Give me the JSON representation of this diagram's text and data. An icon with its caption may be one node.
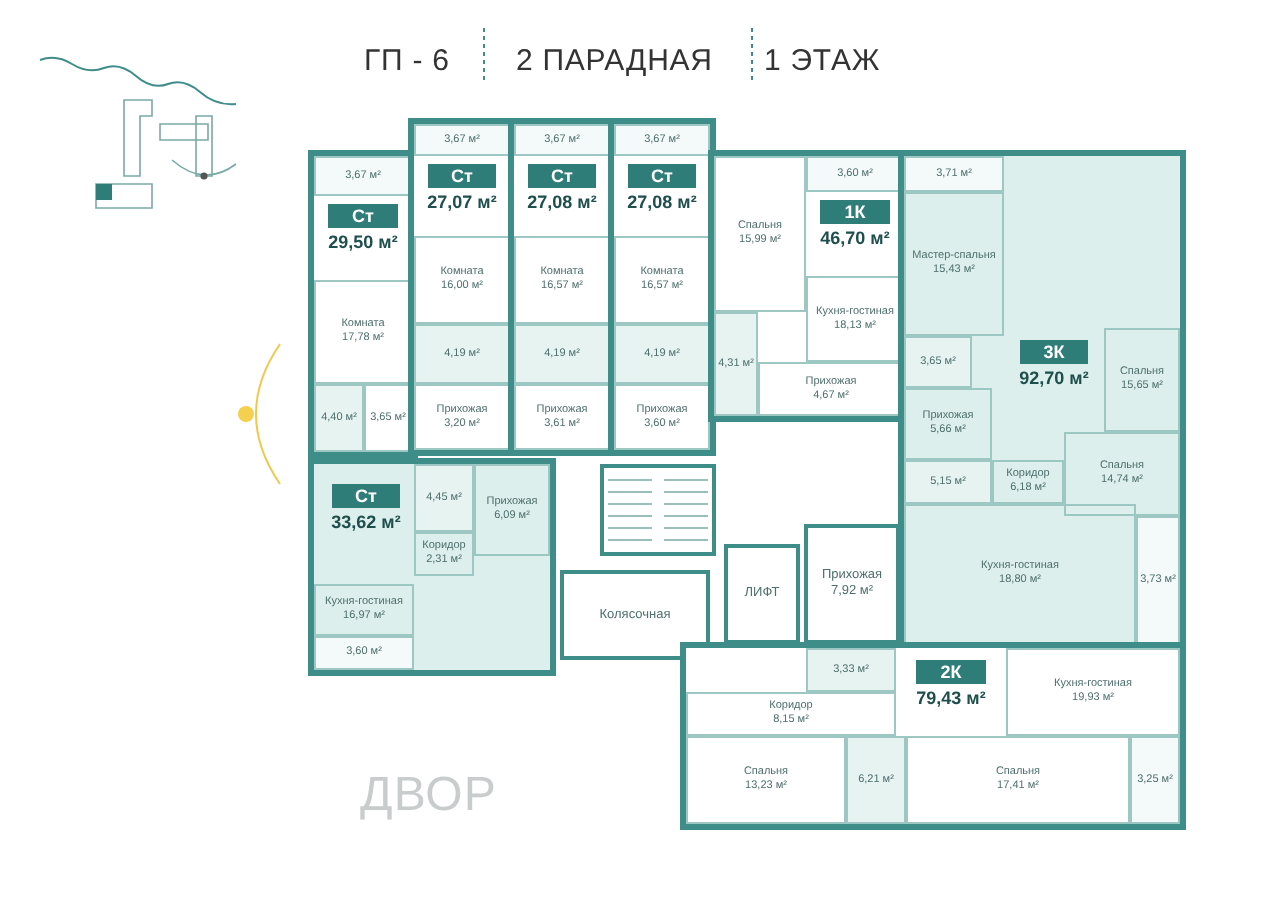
{
  "diagram": {
    "nodes": [
      {
        "text": [
          "Ст",
          "29,50 м²"
        ]
      },
      {
        "text": [
          "3,67 м²"
        ],
        "in": 0
      },
      {
        "text": [
          "Комната",
          "17,78 м²"
        ],
        "in": 0
      },
      {
        "text": [
          "4,40 м²"
        ],
        "in": 0
      },
      {
        "text": [
          "3,65 м²"
        ],
        "in": 0
      },
      {
        "text": [
          "Ст",
          "27,07 м²"
        ]
      },
      {
        "text": [
          "3,67 м²"
        ],
        "in": 5
      },
      {
        "text": [
          "Комната",
          "16,00 м²"
        ],
        "in": 5
      },
      {
        "text": [
          "4,19 м²"
        ],
        "in": 5
      },
      {
        "text": [
          "Прихожая",
          "3,20 м²"
        ],
        "in": 5
      },
      {
        "text": [
          "Ст",
          "27,08 м²"
        ]
      },
      {
        "text": [
          "3,67 м²"
        ],
        "in": 10
      },
      {
        "text": [
          "Комната",
          "16,57 м²"
        ],
        "in": 10
      },
      {
        "text": [
          "4,19 м²"
        ],
        "in": 10
      },
      {
        "text": [
          "Прихожая",
          "3,61 м²"
        ],
        "in": 10
      },
      {
        "text": [
          "Ст",
          "27,08 м²"
        ]
      },
      {
        "text": [
          "3,67 м²"
        ],
        "in": 15
      },
      {
        "text": [
          "Комната",
          "16,57 м²"
        ],
        "in": 15
      },
      {
        "text": [
          "4,19 м²"
        ],
        "in": 15
      },
      {
        "text": [
          "Прихожая",
          "3,60 м²"
        ],
        "in": 15
      },
      {
        "text": [
          "1К",
          "46,70 м²"
        ]
      },
      {
        "text": [
          "Спальня",
          "15,99 м²"
        ],
        "in": 20
      },
      {
        "text": [
          "3,60 м²"
        ],
        "in": 20
      },
      {
        "text": [
          "Кухня-гостиная",
          "18,13 м²"
        ],
        "in": 20
      },
      {
        "text": [
          "4,31 м²"
        ],
        "in": 20
      },
      {
        "text": [
          "Прихожая",
          "4,67 м²"
        ],
        "in": 20
      },
      {
        "text": [
          "3К",
          "92,70 м²"
        ]
      },
      {
        "text": [
          "3,71 м²"
        ],
        "in": 26
      },
      {
        "text": [
          "Мастер-спальня",
          "15,43 м²"
        ],
        "in": 26
      },
      {
        "text": [
          "3,65 м²"
        ],
        "in": 26
      },
      {
        "text": [
          "Спальня",
          "15,65 м²"
        ],
        "in": 26
      },
      {
        "text": [
          "Прихожая",
          "5,66 м²"
        ],
        "in": 26
      },
      {
        "text": [
          "Спальня",
          "14,74 м²"
        ],
        "in": 26
      },
      {
        "text": [
          "5,15 м²"
        ],
        "in": 26
      },
      {
        "text": [
          "Коридор",
          "6,18 м²"
        ],
        "in": 26
      },
      {
        "text": [
          "Кухня-гостиная",
          "18,80 м²"
        ],
        "in": 26
      },
      {
        "text": [
          "3,73 м²"
        ],
        "in": 26
      },
      {
        "text": [
          "Ст",
          "33,62 м²"
        ]
      },
      {
        "text": [
          "4,45 м²"
        ],
        "in": 37
      },
      {
        "text": [
          "Прихожая",
          "6,09 м²"
        ],
        "in": 37
      },
      {
        "text": [
          "Коридор",
          "2,31 м²"
        ],
        "in": 37
      },
      {
        "text": [
          "Кухня-гостиная",
          "16,97 м²"
        ],
        "in": 37
      },
      {
        "text": [
          "3,60 м²"
        ],
        "in": 37
      },
      {
        "text": [
          "Колясочная"
        ]
      },
      {
        "text": [
          "ЛИФТ"
        ]
      },
      {
        "text": [
          "Прихожая",
          "7,92 м²"
        ]
      },
      {
        "text": [
          "2К",
          "79,43 м²"
        ]
      },
      {
        "text": [
          "3,33 м²"
        ],
        "in": 46
      },
      {
        "text": [
          "Коридор",
          "8,15 м²"
        ],
        "in": 46
      },
      {
        "text": [
          "Кухня-гостиная",
          "19,93 м²"
        ],
        "in": 46
      },
      {
        "text": [
          "Спальня",
          "13,23 м²"
        ],
        "in": 46
      },
      {
        "text": [
          "6,21 м²"
        ],
        "in": 46
      },
      {
        "text": [
          "Спальня",
          "17,41 м²"
        ],
        "in": 46
      },
      {
        "text": [
          "3,25 м²"
        ],
        "in": 46
      }
    ],
    "labels": [
      "ГП - 6",
      "2 ПАРАДНАЯ",
      "1 ЭТАЖ",
      "ДВОР"
    ]
  }
}
